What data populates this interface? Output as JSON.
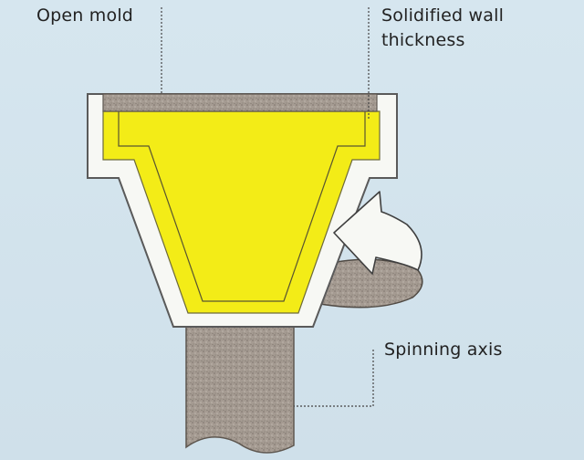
{
  "labels": {
    "open_mold": "Open mold",
    "solidified_wall_line1": "Solidified wall",
    "solidified_wall_line2": "thickness",
    "spinning_axis": "Spinning axis"
  },
  "colors": {
    "background": "#d3e3ec",
    "mold_white": "#f7f8f4",
    "material_yellow": "#f3ec17",
    "mold_lid_gray": "#a79d93",
    "axis_gray": "#8f8780",
    "leader_line": "#444444"
  }
}
